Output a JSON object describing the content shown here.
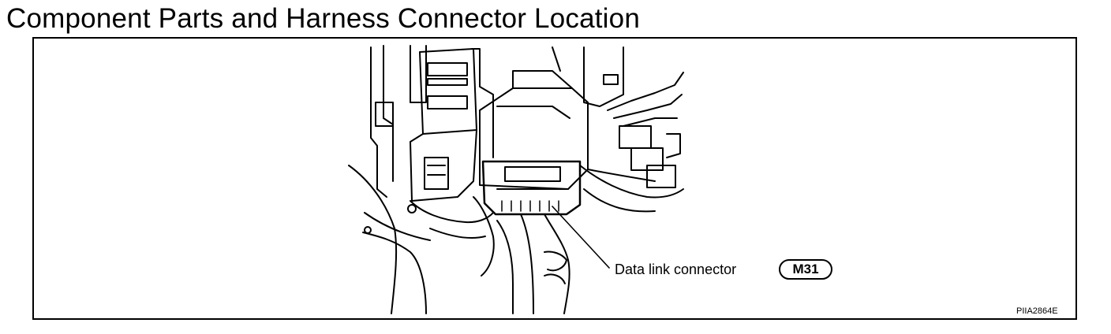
{
  "title": "Component Parts and Harness Connector Location",
  "callout": {
    "label": "Data link connector",
    "connector_id": "M31"
  },
  "figure_code": "PIIA2864E"
}
